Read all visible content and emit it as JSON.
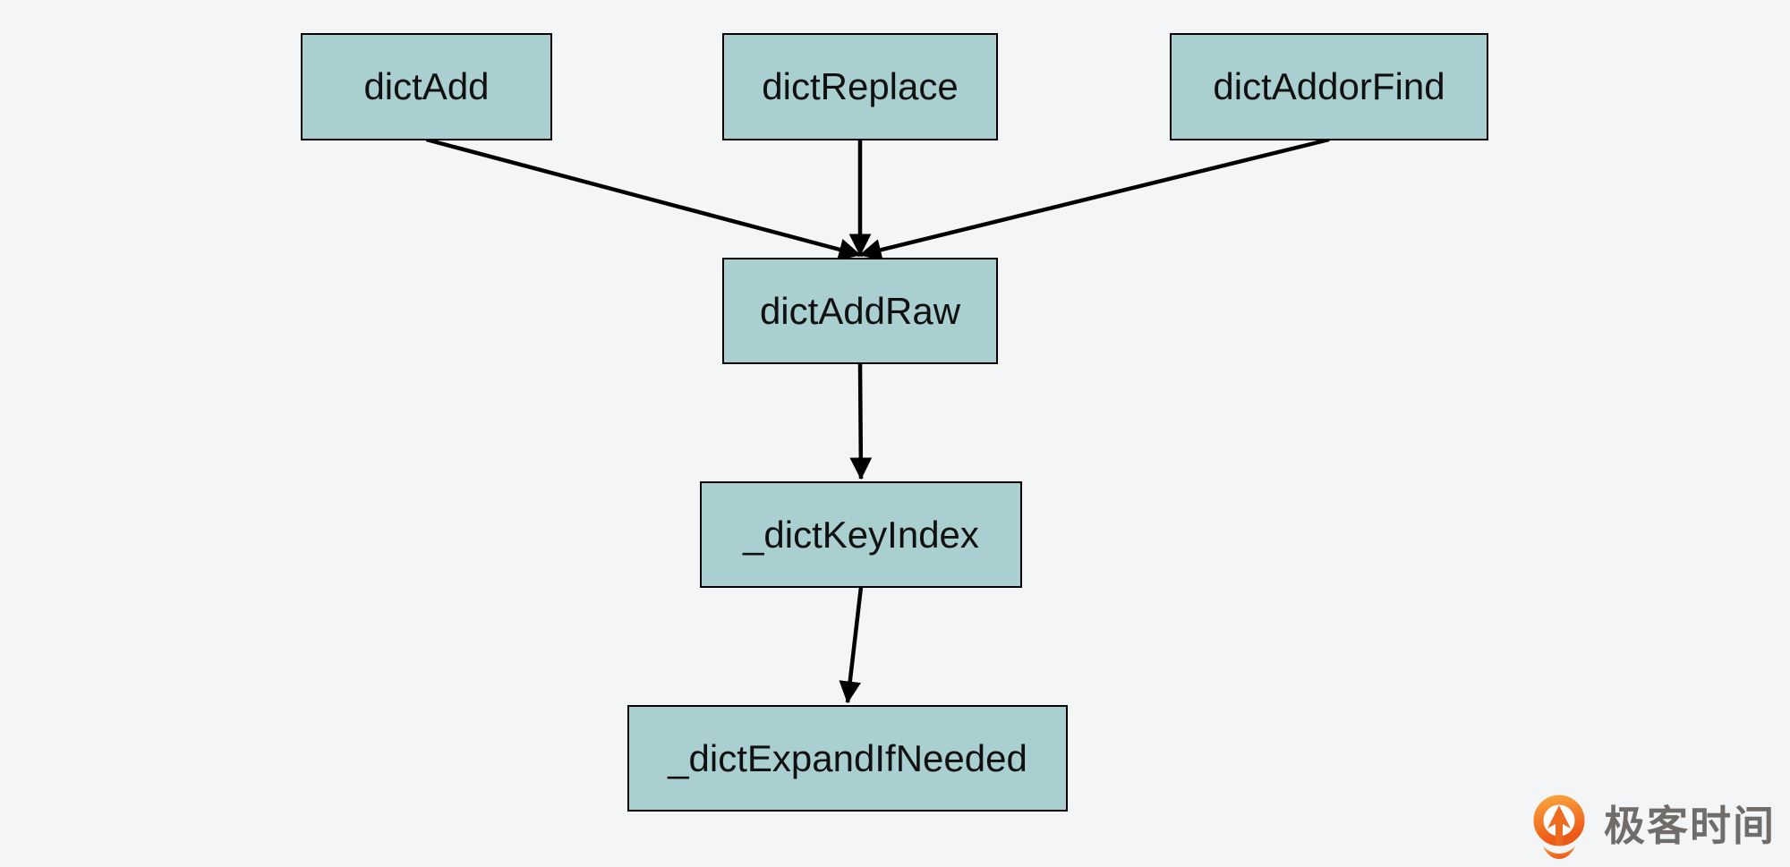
{
  "background_color": "#f3f5f6",
  "diagram": {
    "node_fill": "#a9cfd1",
    "node_border_color": "#000000",
    "node_text_color": "#101010",
    "arrow_color": "#000000",
    "nodes": [
      {
        "id": "dictAdd",
        "label": "dictAdd"
      },
      {
        "id": "dictReplace",
        "label": "dictReplace"
      },
      {
        "id": "dictAddorFind",
        "label": "dictAddorFind"
      },
      {
        "id": "dictAddRaw",
        "label": "dictAddRaw"
      },
      {
        "id": "_dictKeyIndex",
        "label": "_dictKeyIndex"
      },
      {
        "id": "_dictExpandIfNeeded",
        "label": "_dictExpandIfNeeded"
      }
    ],
    "edges": [
      {
        "from": "dictAdd",
        "to": "dictAddRaw"
      },
      {
        "from": "dictReplace",
        "to": "dictAddRaw"
      },
      {
        "from": "dictAddorFind",
        "to": "dictAddRaw"
      },
      {
        "from": "dictAddRaw",
        "to": "_dictKeyIndex"
      },
      {
        "from": "_dictKeyIndex",
        "to": "_dictExpandIfNeeded"
      }
    ]
  },
  "logo": {
    "text": "极客时间",
    "text_color": "#6f6c69",
    "icon_color_top": "#f9a13c",
    "icon_color_bottom": "#ec5a17",
    "icon_arrow_color": "#ee6a1f"
  }
}
